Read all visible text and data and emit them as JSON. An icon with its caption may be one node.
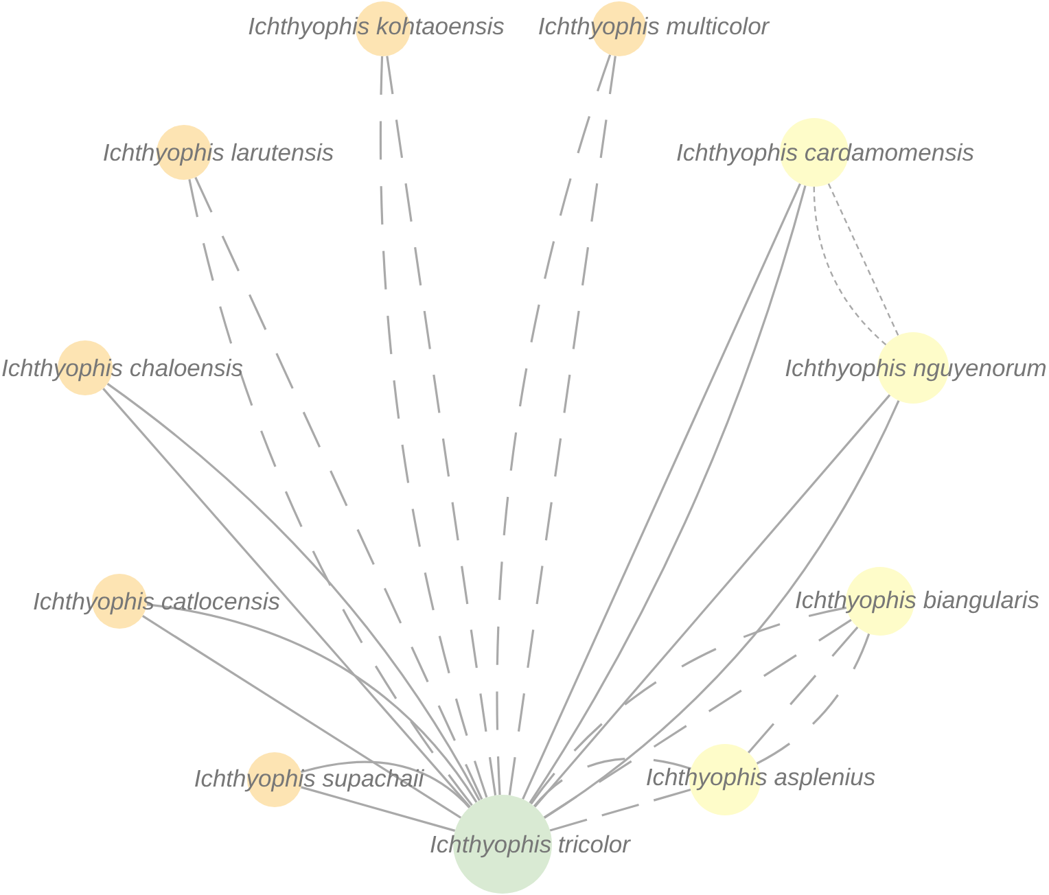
{
  "diagram": {
    "nodes": [
      {
        "text": [
          "Ichthyophis kohtaoensis"
        ]
      },
      {
        "text": [
          "Ichthyophis multicolor"
        ]
      },
      {
        "text": [
          "Ichthyophis larutensis"
        ]
      },
      {
        "text": [
          "Ichthyophis cardamomensis"
        ]
      },
      {
        "text": [
          "Ichthyophis chaloensis"
        ]
      },
      {
        "text": [
          "Ichthyophis nguyenorum"
        ]
      },
      {
        "text": [
          "Ichthyophis catlocensis"
        ]
      },
      {
        "text": [
          "Ichthyophis biangularis"
        ]
      },
      {
        "text": [
          "Ichthyophis supachaii"
        ]
      },
      {
        "text": [
          "Ichthyophis asplenius"
        ]
      },
      {
        "text": [
          "Ichthyophis tricolor"
        ]
      }
    ],
    "edges": [
      {
        "from": 0,
        "to": 10,
        "arrow": "none",
        "style": "dashed"
      },
      {
        "from": 0,
        "to": 10,
        "arrow": "none",
        "style": "dashed"
      },
      {
        "from": 1,
        "to": 10,
        "arrow": "none",
        "style": "dashed"
      },
      {
        "from": 1,
        "to": 10,
        "arrow": "none",
        "style": "dashed"
      },
      {
        "from": 2,
        "to": 10,
        "arrow": "none",
        "style": "dashed"
      },
      {
        "from": 2,
        "to": 10,
        "arrow": "none",
        "style": "dashed"
      },
      {
        "from": 3,
        "to": 5,
        "arrow": "none",
        "style": "dashed"
      },
      {
        "from": 3,
        "to": 5,
        "arrow": "none",
        "style": "dashed"
      },
      {
        "from": 3,
        "to": 10,
        "arrow": "none"
      },
      {
        "from": 3,
        "to": 10,
        "arrow": "none"
      },
      {
        "from": 4,
        "to": 10,
        "arrow": "none"
      },
      {
        "from": 4,
        "to": 10,
        "arrow": "none"
      },
      {
        "from": 5,
        "to": 10,
        "arrow": "none"
      },
      {
        "from": 5,
        "to": 10,
        "arrow": "none"
      },
      {
        "from": 6,
        "to": 10,
        "arrow": "none"
      },
      {
        "from": 6,
        "to": 10,
        "arrow": "none"
      },
      {
        "from": 7,
        "to": 9,
        "arrow": "none",
        "style": "dashed"
      },
      {
        "from": 7,
        "to": 9,
        "arrow": "none",
        "style": "dashed"
      },
      {
        "from": 7,
        "to": 10,
        "arrow": "none",
        "style": "dashed"
      },
      {
        "from": 7,
        "to": 10,
        "arrow": "none",
        "style": "dashed"
      },
      {
        "from": 8,
        "to": 10,
        "arrow": "none"
      },
      {
        "from": 8,
        "to": 10,
        "arrow": "none"
      },
      {
        "from": 9,
        "to": 10,
        "arrow": "none",
        "style": "dashed"
      },
      {
        "from": 9,
        "to": 10,
        "arrow": "none",
        "style": "dashed"
      }
    ]
  }
}
